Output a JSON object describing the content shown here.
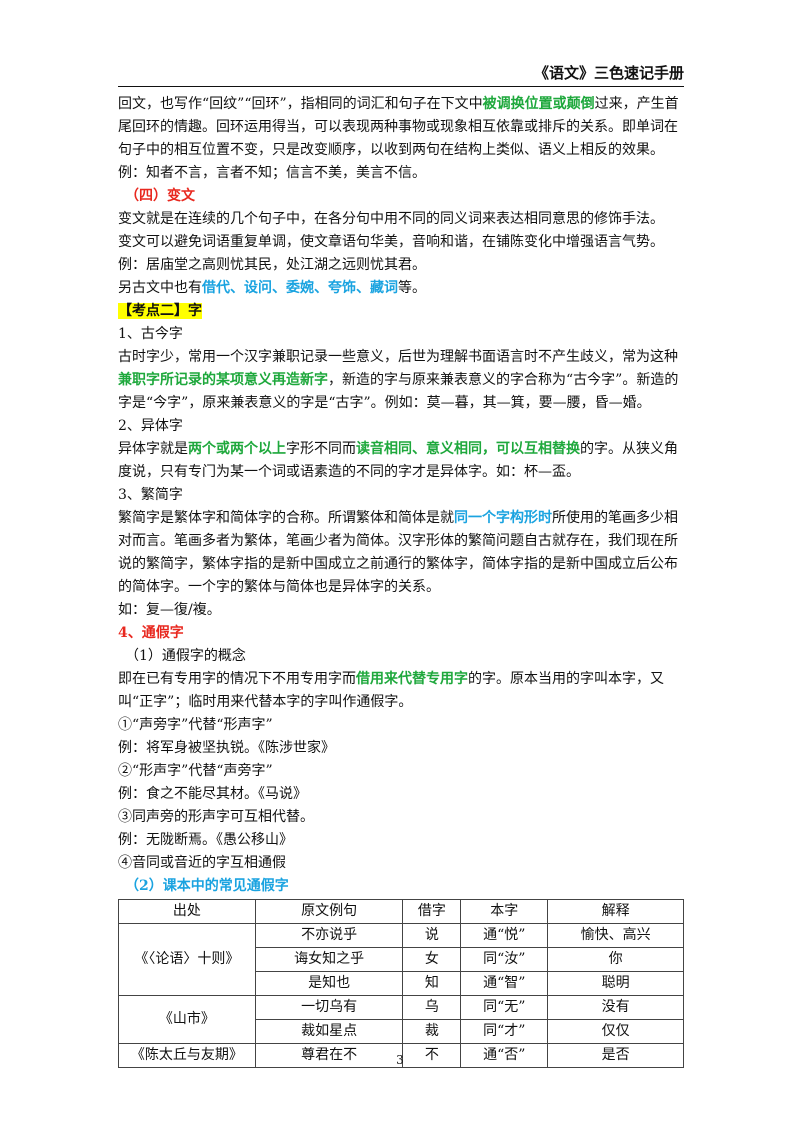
{
  "header": {
    "title": "《语文》三色速记手册"
  },
  "p1": {
    "a": "回文，也写作“回纹”“回环”，指相同的词汇和句子在下文中",
    "b": "被调换位置或颠倒",
    "c": "过来，产生首尾回环的情趣。回环运用得当，可以表现两种事物或现象相互依靠或排斥的关系。即单词在句子中的相互位置不变，只是改变顺序，以收到两句在结构上类似、语义上相反的效果。"
  },
  "p2": "例：知者不言，言者不知；信言不美，美言不信。",
  "h_biwen": "（四）变文",
  "p3": "变文就是在连续的几个句子中，在各分句中用不同的同义词来表达相同意思的修饰手法。",
  "p4": "变文可以避免词语重复单调，使文章语句华美，音响和谐，在铺陈变化中增强语言气势。",
  "p5": "例：居庙堂之高则忧其民，处江湖之远则忧其君。",
  "p6": {
    "a": "另古文中也有",
    "b": "借代、设问、委婉、夸饰、藏词",
    "c": "等。"
  },
  "kaodian": "【考点二】字",
  "h_guj": "1、古今字",
  "p7": {
    "a": "古时字少，常用一个汉字兼职记录一些意义，后世为理解书面语言时不产生歧义，常为这种",
    "b": "兼职字所记录的某项意义再造新字",
    "c": "，新造的字与原来兼表意义的字合称为“古今字”。新造的字是“今字”，原来兼表意义的字是“古字”。例如：莫—暮，其—箕，要—腰，昏—婚。"
  },
  "h_yiti": "2、异体字",
  "p8": {
    "a": "异体字就是",
    "b": "两个或两个以上",
    "c": "字形不同而",
    "d": "读音相同、意义相同，可以互相替换",
    "e": "的字。从狭义角度说，只有专门为某一个词或语素造的不同的字才是异体字。如：杯—盃。"
  },
  "h_fanjian": "3、繁简字",
  "p9": {
    "a": "繁简字是繁体字和简体字的合称。所谓繁体和简体是就",
    "b": "同一个字构形时",
    "c": "所使用的笔画多少相对而言。笔画多者为繁体，笔画少者为简体。汉字形体的繁简问题自古就存在，我们现在所说的繁简字，繁体字指的是新中国成立之前通行的繁体字，简体字指的是新中国成立后公布的简体字。一个字的繁体与简体也是异体字的关系。"
  },
  "p10": "如：复—復/複。",
  "h_tongjia": "4、通假字",
  "h_tongjia1": "（1）通假字的概念",
  "p11": {
    "a": "即在已有专用字的情况下不用专用字而",
    "b": "借用来代替专用字",
    "c": "的字。原本当用的字叫本字，又叫“正字”；临时用来代替本字的字叫作通假字。"
  },
  "c1": "①“声旁字”代替“形声字”",
  "c1e": "例：将军身被坚执锐。《陈涉世家》",
  "c2": "②“形声字”代替“声旁字”",
  "c2e": "例：食之不能尽其材。《马说》",
  "c3": "③同声旁的形声字可互相代替。",
  "c3e": "例：无陇断焉。《愚公移山》",
  "c4": "④音同或音近的字互相通假",
  "h_tongjia2": "（2）课本中的常见通假字",
  "table": {
    "headers": [
      "出处",
      "原文例句",
      "借字",
      "本字",
      "解释"
    ],
    "groups": [
      {
        "source": "《〈论语〉十则》",
        "rows": [
          {
            "sentence": "不亦说乎",
            "jie": "说",
            "ben": "通“悦”",
            "explain": "愉快、高兴"
          },
          {
            "sentence": "诲女知之乎",
            "jie": "女",
            "ben": "同“汝”",
            "explain": "你"
          },
          {
            "sentence": "是知也",
            "jie": "知",
            "ben": "通“智”",
            "explain": "聪明"
          }
        ]
      },
      {
        "source": "《山市》",
        "rows": [
          {
            "sentence": "一切乌有",
            "jie": "乌",
            "ben": "同“无”",
            "explain": "没有"
          },
          {
            "sentence": "裁如星点",
            "jie": "裁",
            "ben": "同“才”",
            "explain": "仅仅"
          }
        ]
      },
      {
        "source": "《陈太丘与友期》",
        "rows": [
          {
            "sentence": "尊君在不",
            "jie": "不",
            "ben": "通“否”",
            "explain": "是否"
          }
        ]
      }
    ]
  },
  "page_number": "3"
}
